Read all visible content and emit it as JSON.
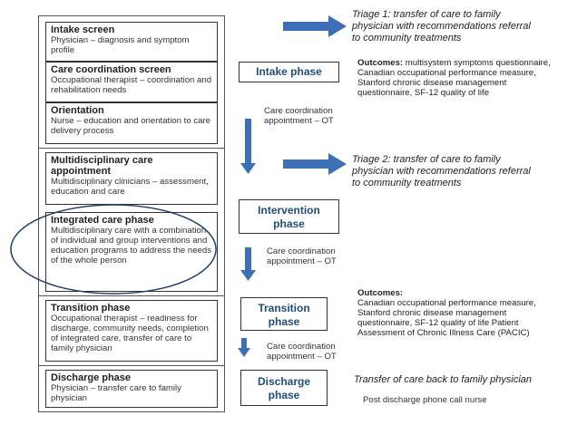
{
  "boxes": {
    "intake_screen": {
      "title": "Intake screen",
      "desc": "Physician – diagnosis and symptom profile"
    },
    "care_coordination_screen": {
      "title": "Care coordination screen",
      "desc": "Occupational therapist – coordination and rehabilitation needs"
    },
    "orientation": {
      "title": "Orientation",
      "desc": "Nurse – education and orientation to care delivery process"
    },
    "multidisciplinary": {
      "title": "Multidisciplinary care appointment",
      "desc": "Multidisciplinary clinicians – assessment, education and care"
    },
    "integrated": {
      "title": "Integrated care phase",
      "desc": "Multidisciplinary care with a combination of individual and group interventions and education programs to address the needs of the whole person"
    },
    "transition": {
      "title": "Transition phase",
      "desc": "Occupational therapist – readiness for discharge, community needs, completion of integrated care, transfer of care to family physician"
    },
    "discharge": {
      "title": "Discharge phase",
      "desc": "Physician – transfer care to family physician"
    }
  },
  "phases": {
    "intake": "Intake phase",
    "intervention": "Intervention phase",
    "transition": "Transition phase",
    "discharge": "Discharge phase"
  },
  "appointments": {
    "a1": "Care coordination appointment – OT",
    "a2": "Care coordination appointment – OT",
    "a3": "Care coordination appointment – OT"
  },
  "triage": {
    "t1": "Triage 1: transfer of care to family physician with recommendations referral to community treatments",
    "t2": "Triage 2: transfer of care to family physician with recommendations referral to community treatments"
  },
  "outcomes1": {
    "label": "Outcomes:",
    "first": "multisystem symptoms questionnaire,",
    "rest": "Canadian occupational performance measure, Stanford chronic disease management questionnaire, SF-12 quality of life"
  },
  "outcomes2": {
    "label": "Outcomes:",
    "rest": "Canadian occupational performance measure, Stanford chronic disease management questionnaire, SF-12 quality of life Patient Assessment of Chronic Illness Care (PACIC)"
  },
  "discharge_notes": {
    "transfer": "Transfer of care back to family physician",
    "post": "Post discharge phone call nurse"
  },
  "colors": {
    "arrow": "#3d6fb6",
    "phase_text": "#1f4e79",
    "ellipse": "#1f3f6e"
  }
}
